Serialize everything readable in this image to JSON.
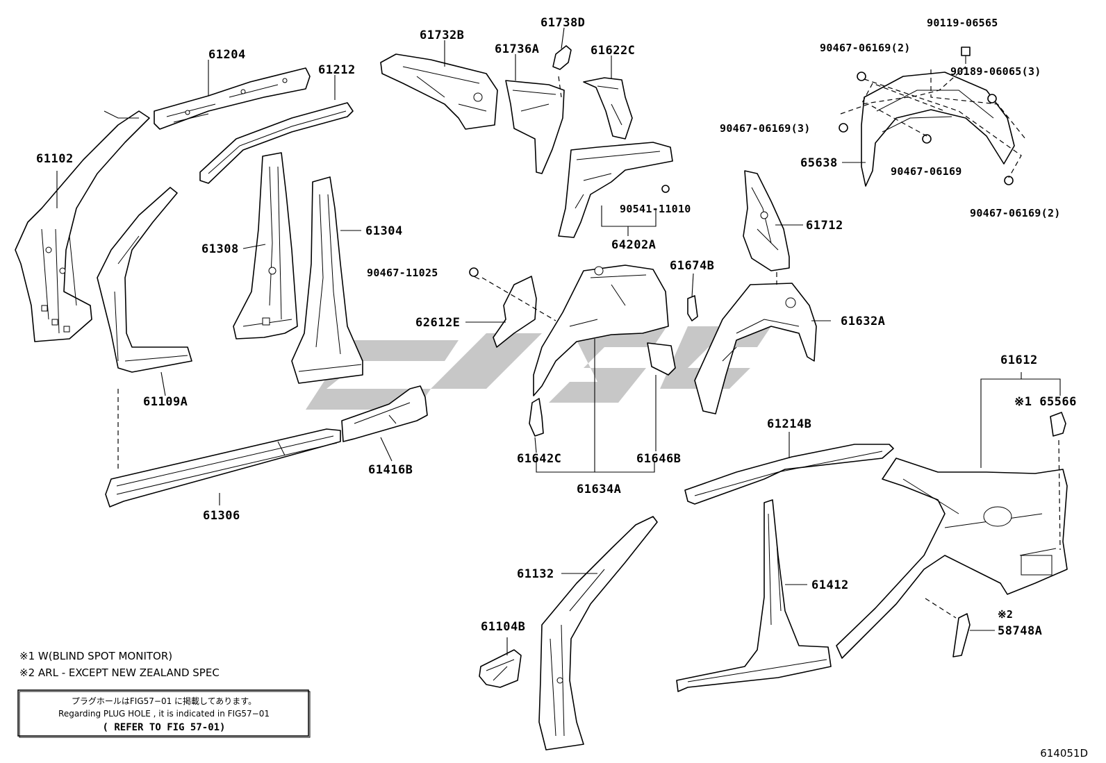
{
  "diagram_id": "614051D",
  "labels": {
    "p61204": "61204",
    "p61212": "61212",
    "p61102": "61102",
    "p61308": "61308",
    "p61304": "61304",
    "p61109A": "61109A",
    "p61306": "61306",
    "p61416B": "61416B",
    "p61732B": "61732B",
    "p61738D": "61738D",
    "p61736A": "61736A",
    "p61622C": "61622C",
    "p64202A": "64202A",
    "p90541_11010": "90541-11010",
    "p90467_11025": "90467-11025",
    "p62612E": "62612E",
    "p61674B": "61674B",
    "p61642C": "61642C",
    "p61646B": "61646B",
    "p61634A": "61634A",
    "p61632A": "61632A",
    "p61712": "61712",
    "p90119_06565": "90119-06565",
    "p90467_06169_2a": "90467-06169(2)",
    "p90189_06065_3": "90189-06065(3)",
    "p90467_06169_3": "90467-06169(3)",
    "p65638": "65638",
    "p90467_06169": "90467-06169",
    "p90467_06169_2b": "90467-06169(2)",
    "p61612": "61612",
    "p65566": "※1 65566",
    "p61214B": "61214B",
    "p61132": "61132",
    "p61412": "61412",
    "p61104B": "61104B",
    "p58748A": "58748A",
    "mark2": "※2"
  },
  "notes": {
    "note1": "※1 W(BLIND SPOT MONITOR)",
    "note2": "※2 ARL - EXCEPT NEW ZEALAND SPEC"
  },
  "refbox": {
    "line_jp": "プラグホールはFIG57−01 に掲載してあります。",
    "line_en": "Regarding  PLUG HOLE , it is indicated in FIG57−01",
    "line_ref": "( REFER TO FIG 57-01)"
  }
}
